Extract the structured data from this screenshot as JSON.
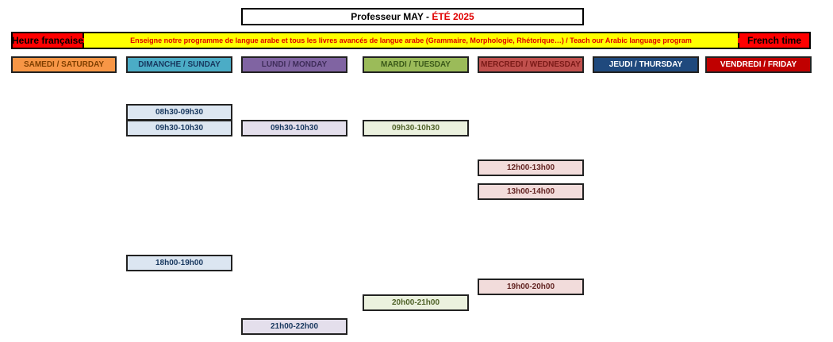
{
  "header": {
    "title_main": "Professeur MAY - ",
    "title_season": "ÉTÉ 2025"
  },
  "banner": {
    "left_label": "Heure française",
    "text": "Enseigne notre programme de langue arabe et tous les livres avancés de langue arabe (Grammaire, Morphologie, Rhétorique…) / Teach our Arabic language program",
    "right_label": "French time"
  },
  "days": [
    {
      "label": "SAMEDI / SATURDAY",
      "bg": "#f79646",
      "text_color": "#7f3f00"
    },
    {
      "label": "DIMANCHE / SUNDAY",
      "bg": "#4bacc6",
      "text_color": "#17375e"
    },
    {
      "label": "LUNDI / MONDAY",
      "bg": "#8064a2",
      "text_color": "#3f2d5a"
    },
    {
      "label": "MARDI / TUESDAY",
      "bg": "#9bbb59",
      "text_color": "#3c5a1a"
    },
    {
      "label": "MERCREDI / WEDNESDAY",
      "bg": "#c0504d",
      "text_color": "#7a1a17"
    },
    {
      "label": "JEUDI / THURSDAY",
      "bg": "#1f497d",
      "text_color": "#ffffff"
    },
    {
      "label": "VENDREDI / FRIDAY",
      "bg": "#c00000",
      "text_color": "#ffffff"
    }
  ],
  "slots": {
    "sunday": [
      "08h30-09h30",
      "09h30-10h30",
      "18h00-19h00"
    ],
    "monday": [
      "09h30-10h30",
      "21h00-22h00"
    ],
    "tuesday": [
      "09h30-10h30",
      "20h00-21h00"
    ],
    "wednesday": [
      "12h00-13h00",
      "13h00-14h00",
      "19h00-20h00"
    ]
  },
  "colors": {
    "sunday_slot_bg": "#dce6f1",
    "sunday_slot_text": "#17375e",
    "monday_slot_bg": "#e4dfec",
    "monday_slot_text": "#17375e",
    "tuesday_slot_bg": "#ebf1de",
    "tuesday_slot_text": "#4f6228",
    "wednesday_slot_bg": "#f2dcdb",
    "wednesday_slot_text": "#632523"
  }
}
